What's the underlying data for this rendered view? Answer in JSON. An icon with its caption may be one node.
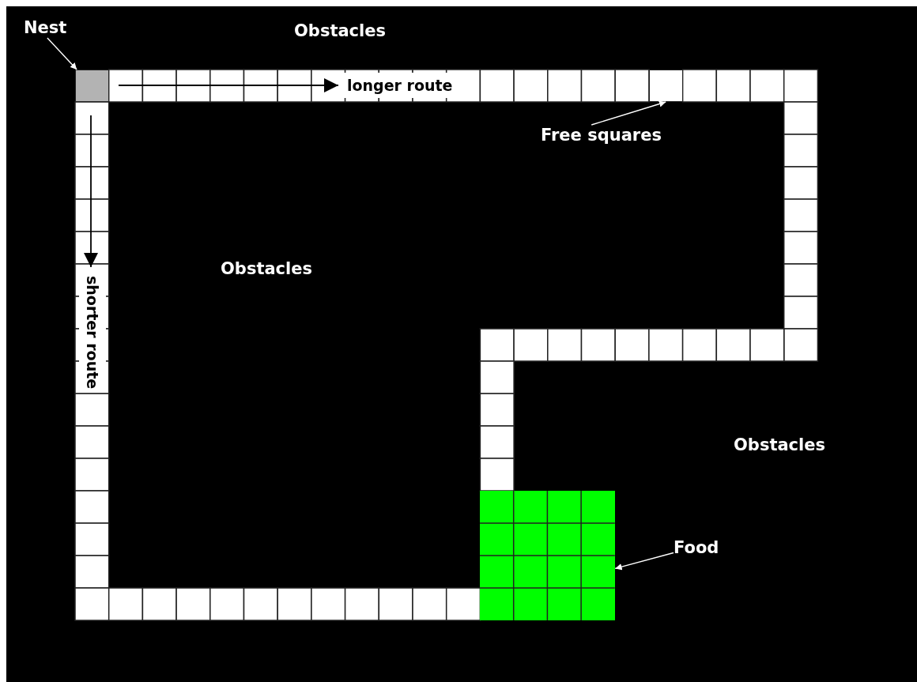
{
  "diagram": {
    "nodes": [
      {
        "text": [
          "Nest"
        ]
      },
      {
        "text": [],
        "shape": "box"
      },
      {
        "text": [
          "Free squares"
        ]
      },
      {
        "text": [],
        "shape": "box"
      },
      {
        "text": [
          "Food"
        ]
      },
      {
        "text": [],
        "shape": "box"
      }
    ],
    "edges": [
      {
        "from": 0,
        "to": 1,
        "arrow": "to"
      },
      {
        "from": 2,
        "to": 3,
        "arrow": "to"
      },
      {
        "from": 4,
        "to": 5,
        "arrow": "to"
      }
    ],
    "labels": [
      "Obstacles",
      "longer route",
      "Obstacles",
      "shorter route",
      "Obstacles"
    ]
  }
}
